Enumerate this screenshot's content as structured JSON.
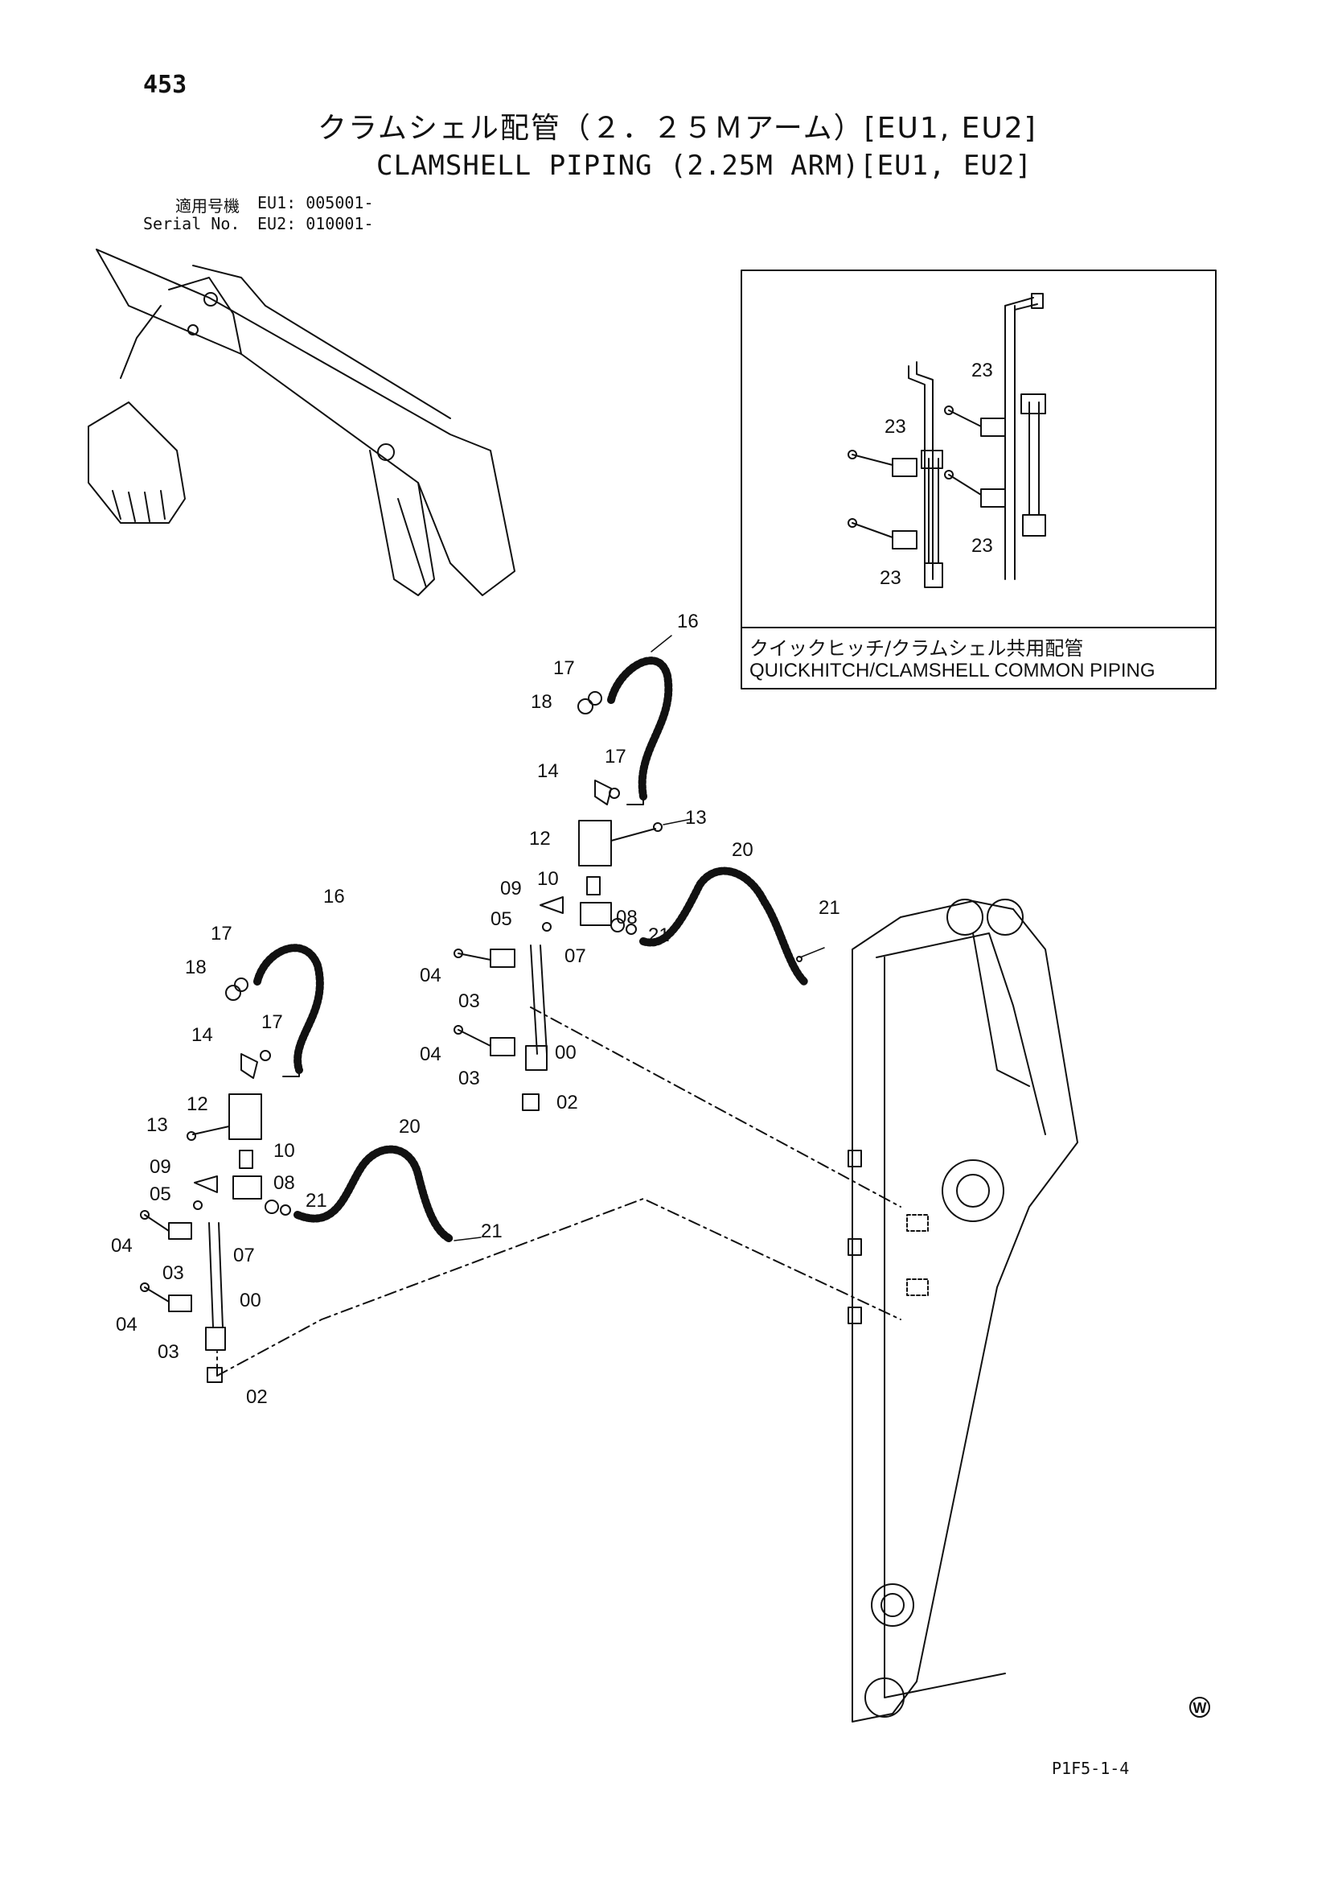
{
  "page_number": "453",
  "title_jp": "クラムシェル配管（２．２５Ｍアーム）[EU1, EU2]",
  "title_en": "CLAMSHELL PIPING (2.25M ARM)[EU1, EU2]",
  "serial": {
    "label_jp": "適用号機",
    "label_en": "Serial No.",
    "eu1": "EU1: 005001-",
    "eu2": "EU2: 010001-"
  },
  "inset": {
    "caption_jp": "クイックヒッチ/クラムシェル共用配管",
    "caption_en": "QUICKHITCH/CLAMSHELL COMMON PIPING"
  },
  "callouts": {
    "upper": {
      "p16": "16",
      "p17a": "17",
      "p18": "18",
      "p17b": "17",
      "p14": "14",
      "p13": "13",
      "p12": "12",
      "p10": "10",
      "p09": "09",
      "p05": "05",
      "p07": "07",
      "p08": "08",
      "p21a": "21",
      "p20": "20",
      "p21b": "21",
      "p04a": "04",
      "p03a": "03",
      "p04b": "04",
      "p03b": "03",
      "p00": "00",
      "p02": "02"
    },
    "lower": {
      "p16": "16",
      "p17a": "17",
      "p18": "18",
      "p17b": "17",
      "p14": "14",
      "p12": "12",
      "p13": "13",
      "p10": "10",
      "p09": "09",
      "p05": "05",
      "p07": "07",
      "p08": "08",
      "p21a": "21",
      "p20": "20",
      "p21b": "21",
      "p04a": "04",
      "p03a": "03",
      "p04b": "04",
      "p03b": "03",
      "p00": "00",
      "p02": "02"
    },
    "inset": {
      "p23a": "23",
      "p23b": "23",
      "p23c": "23",
      "p23d": "23"
    }
  },
  "drawing_code": "P1F5-1-4",
  "symbol": "W"
}
